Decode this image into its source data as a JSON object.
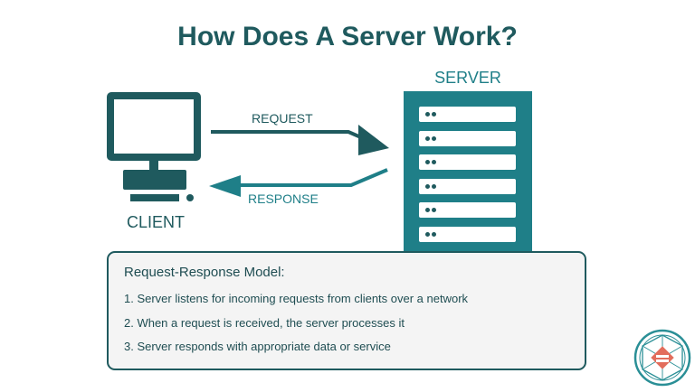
{
  "title": "How Does A Server Work?",
  "server": {
    "label": "SERVER",
    "slot_count": 6
  },
  "client": {
    "label": "CLIENT"
  },
  "arrows": {
    "request_label": "REQUEST",
    "response_label": "RESPONSE"
  },
  "model_box": {
    "title": "Request-Response Model:",
    "items": [
      "1. Server listens for incoming requests from clients over a network",
      "2. When a request is received, the server processes it",
      "3. Server responds with appropriate data or service"
    ]
  },
  "colors": {
    "title_dark_teal": "#1f5a5e",
    "server_teal": "#1f7f88",
    "box_background": "#f4f4f4",
    "logo_accent": "#e26d5c"
  },
  "icons": [
    "desktop-monitor-icon",
    "server-rack-icon",
    "logo-icon"
  ]
}
